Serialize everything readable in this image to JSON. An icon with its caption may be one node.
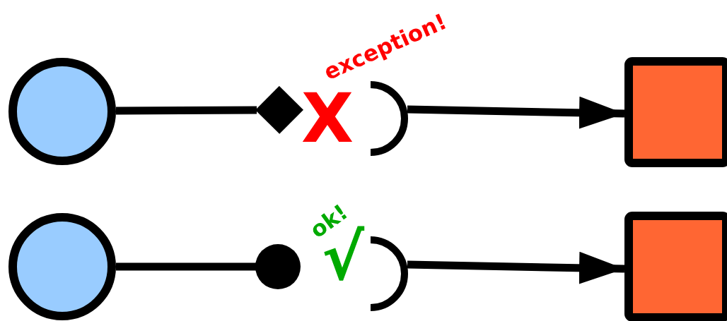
{
  "diagram": {
    "nodes": [
      {
        "text": [],
        "shape": "circle"
      },
      {
        "text": [],
        "shape": "arc"
      },
      {
        "text": [],
        "shape": "box"
      },
      {
        "text": [],
        "shape": "circle"
      },
      {
        "text": [],
        "shape": "arc"
      },
      {
        "text": [],
        "shape": "box"
      }
    ],
    "edges": [
      {
        "from": 0,
        "to": null,
        "arrow": "other"
      },
      {
        "from": 1,
        "to": 2,
        "arrow": "to"
      },
      {
        "from": 3,
        "to": null,
        "arrow": "other"
      },
      {
        "from": 4,
        "to": 5,
        "arrow": "to"
      }
    ],
    "labels": [
      "exception!",
      "X",
      "ok!",
      "√"
    ]
  }
}
